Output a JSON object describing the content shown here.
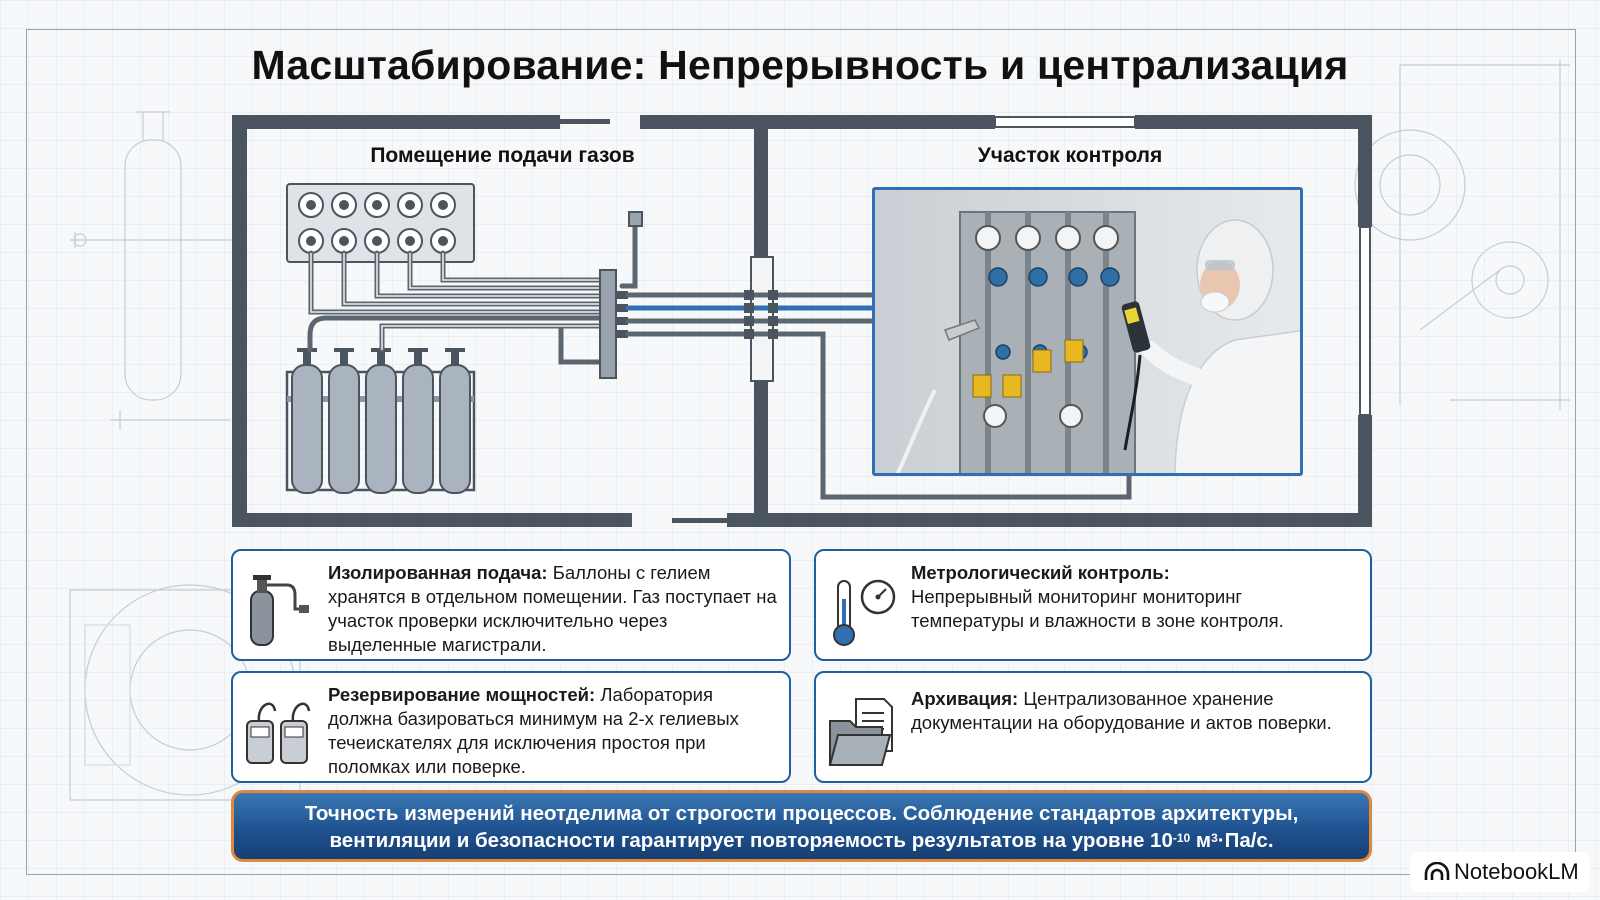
{
  "title": "Масштабирование: Непрерывность и централизация",
  "rooms": {
    "supply_label": "Помещение подачи газов",
    "control_label": "Участок контроля"
  },
  "cards": [
    {
      "icon": "gas-cylinder-icon",
      "title": "Изолированная подача:",
      "body": "Баллоны с гелием хранятся в отдельном помещении. Газ поступает на участок проверки исключительно через выделенные магистрали."
    },
    {
      "icon": "thermometer-gauge-icon",
      "title": "Метрологический контроль:",
      "body": "Непрерывный мониторинг мониторинг температуры и влажности в зоне контроля."
    },
    {
      "icon": "leak-detectors-icon",
      "title": "Резервирование мощностей:",
      "body": "Лаборатория должна базироваться минимум на 2-х гелиевых течеискателях для исключения простоя при поломках или поверке."
    },
    {
      "icon": "folder-documents-icon",
      "title": "Архивация:",
      "body": "Централизованное хранение документации на оборудование и актов поверки."
    }
  ],
  "banner": {
    "line1": "Точность измерений неотделима от строгости процессов. Соблюдение стандартов архитектуры,",
    "line2_prefix": "вентиляции и безопасности гарантирует повторяемость результатов на уровне 10",
    "exponent": "-10",
    "line2_unit": " м",
    "unit_exp": "3",
    "line2_suffix": "·Па/с."
  },
  "brand": {
    "icon": "notebooklm-logo-icon",
    "label": "NotebookLM"
  },
  "colors": {
    "accent_blue": "#1f5f9e",
    "banner_border": "#e0893a",
    "wall": "#4a5560"
  }
}
